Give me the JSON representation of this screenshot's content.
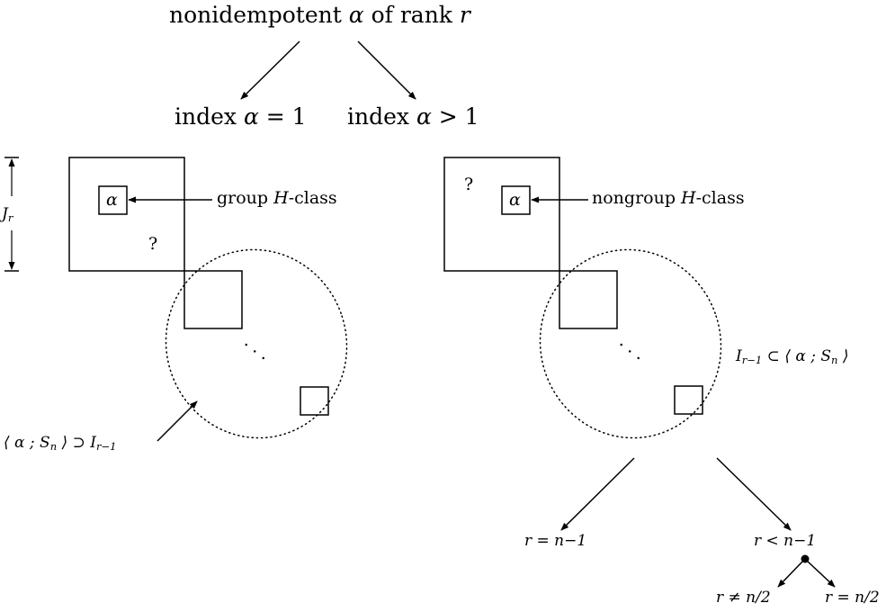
{
  "top": {
    "title_pre": "nonidempotent ",
    "alpha": "α",
    "title_mid": " of rank ",
    "r": "r"
  },
  "branches": {
    "left": {
      "pre": "index ",
      "alpha": "α",
      "rel": " = 1"
    },
    "right": {
      "pre": "index ",
      "alpha": "α",
      "rel": " > 1"
    }
  },
  "left_diagram": {
    "j_label": "J",
    "j_sub": "r",
    "alpha_cell": "α",
    "question": "?",
    "h_class_pre": "group ",
    "h_class_H": "H",
    "h_class_post": "-class",
    "dots": ". . .",
    "subsemigroup_label": "⟨ α ; S",
    "subsemigroup_sub": "n",
    "subsemigroup_mid": " ⟩ ⊃ I",
    "subsemigroup_sub2": "r−1"
  },
  "right_diagram": {
    "alpha_cell": "α",
    "question": "?",
    "h_class_pre": "nongroup ",
    "h_class_H": "H",
    "h_class_post": "-class",
    "dots": ". . .",
    "ideal_label": "I",
    "ideal_sub": "r−1",
    "ideal_rest": " ⊂ ⟨ α ; S",
    "ideal_sub2": "n",
    "ideal_end": " ⟩"
  },
  "cases": {
    "r_eq": "r = n−1",
    "r_lt": "r < n−1",
    "r_neq_half": "r ≠ n/2",
    "r_eq_half": "r = n/2"
  }
}
